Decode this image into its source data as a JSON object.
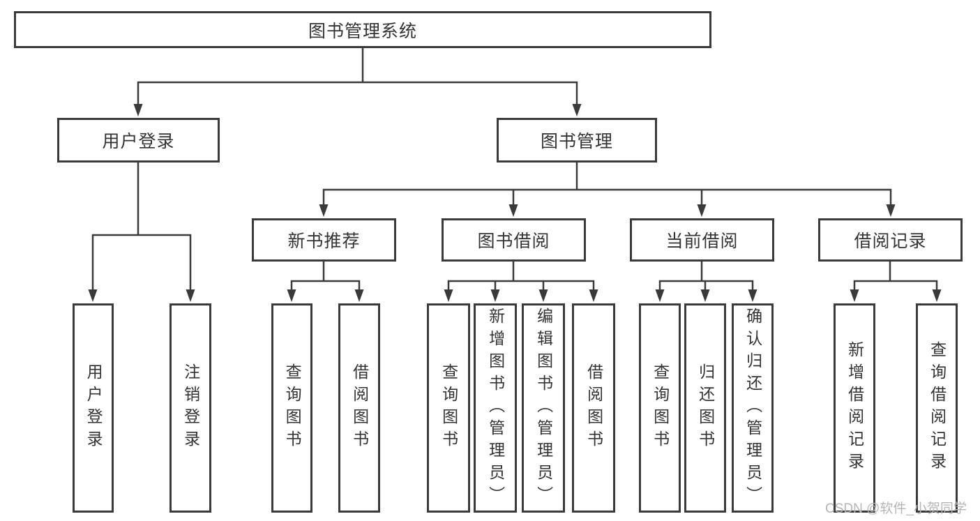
{
  "colors": {
    "line": "#3a3a3a",
    "box_border": "#3a3a3a",
    "text": "#333333",
    "background": "#ffffff",
    "watermark": "#b5b5b5"
  },
  "diagram": {
    "root": {
      "label": "图书管理系统"
    },
    "branches": [
      {
        "label": "用户登录",
        "children": [
          {
            "label": "用户登录"
          },
          {
            "label": "注销登录"
          }
        ]
      },
      {
        "label": "图书管理",
        "groups": [
          {
            "label": "新书推荐",
            "children": [
              {
                "label": "查询图书"
              },
              {
                "label": "借阅图书"
              }
            ]
          },
          {
            "label": "图书借阅",
            "children": [
              {
                "label": "查询图书"
              },
              {
                "label": "新增图书（管理员）"
              },
              {
                "label": "编辑图书（管理员）"
              },
              {
                "label": "借阅图书"
              }
            ]
          },
          {
            "label": "当前借阅",
            "children": [
              {
                "label": "查询图书"
              },
              {
                "label": "归还图书"
              },
              {
                "label": "确认归还（管理员）"
              }
            ]
          },
          {
            "label": "借阅记录",
            "children": [
              {
                "label": "新增借阅记录"
              },
              {
                "label": "查询借阅记录"
              }
            ]
          }
        ]
      }
    ]
  },
  "watermark": "CSDN @软件_小贺同学"
}
